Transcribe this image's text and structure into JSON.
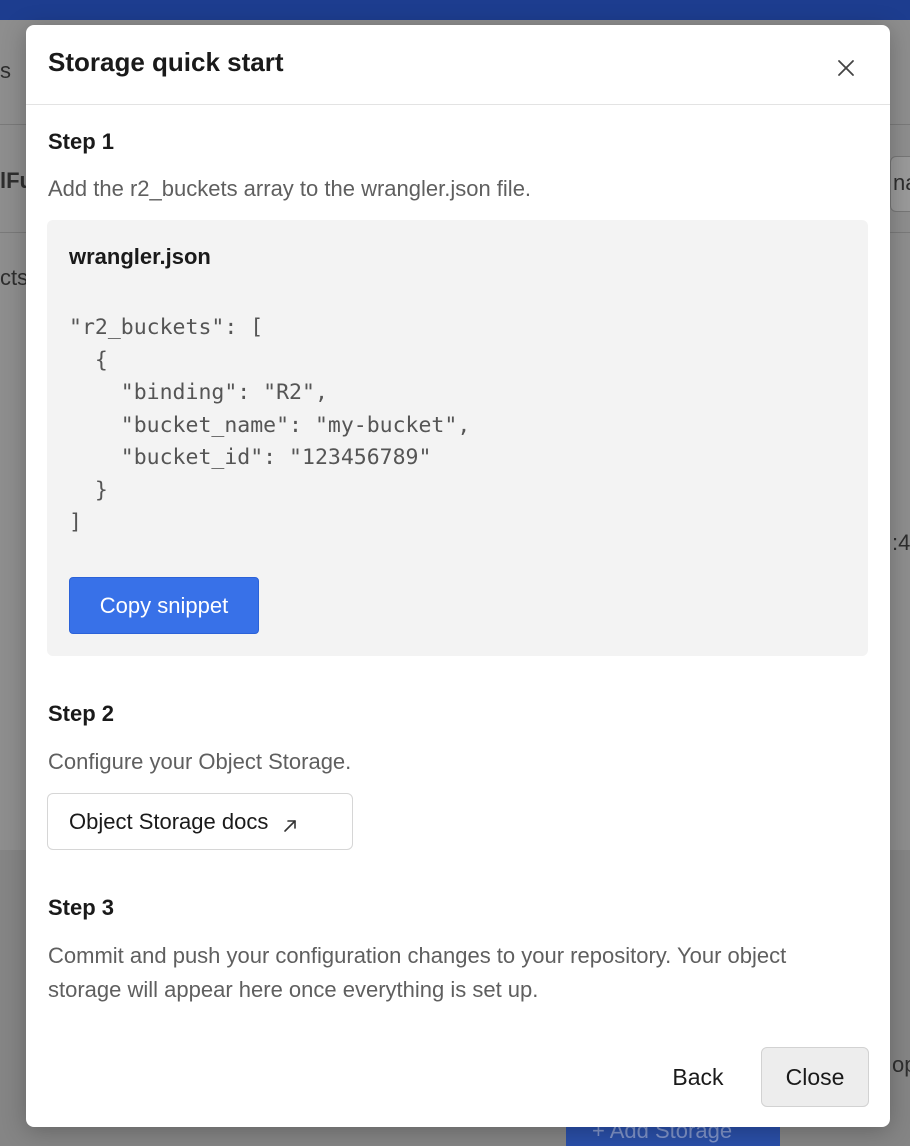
{
  "background": {
    "fragments": {
      "left_top": "s",
      "left_mid": "lFu",
      "left_low": "cts",
      "right_mid": ":4",
      "right_top": "nai",
      "right_low": "op"
    },
    "add_storage_label": "+ Add Storage"
  },
  "modal": {
    "title": "Storage quick start",
    "close_icon": "close-icon",
    "step1": {
      "heading": "Step 1",
      "description": "Add the r2_buckets array to the wrangler.json file.",
      "filename": "wrangler.json",
      "code": "\"r2_buckets\": [\n  {\n    \"binding\": \"R2\",\n    \"bucket_name\": \"my-bucket\",\n    \"bucket_id\": \"123456789\"\n  }\n]",
      "copy_button": "Copy snippet"
    },
    "step2": {
      "heading": "Step 2",
      "description": "Configure your Object Storage.",
      "docs_button": "Object Storage docs",
      "docs_icon": "external-link-icon"
    },
    "step3": {
      "heading": "Step 3",
      "description": "Commit and push your configuration changes to your repository. Your object storage will appear here once everything is set up."
    },
    "footer": {
      "back_button": "Back",
      "close_button": "Close"
    }
  },
  "colors": {
    "topbar": "#1d3d8f",
    "primary_button": "#3871e8",
    "code_panel": "#f3f3f3"
  }
}
